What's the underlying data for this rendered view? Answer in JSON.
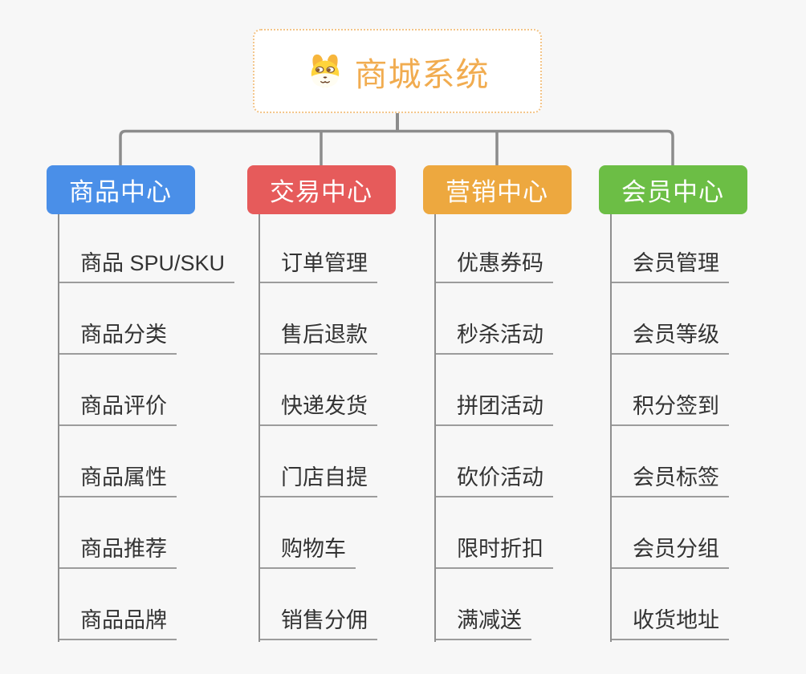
{
  "root": {
    "title": "商城系统",
    "icon": "dog-face-icon"
  },
  "branches": [
    {
      "label": "商品中心",
      "color": "#4a8fe8",
      "items": [
        "商品 SPU/SKU",
        "商品分类",
        "商品评价",
        "商品属性",
        "商品推荐",
        "商品品牌"
      ]
    },
    {
      "label": "交易中心",
      "color": "#e65b5b",
      "items": [
        "订单管理",
        "售后退款",
        "快递发货",
        "门店自提",
        "购物车",
        "销售分佣"
      ]
    },
    {
      "label": "营销中心",
      "color": "#eda83f",
      "items": [
        "优惠券码",
        "秒杀活动",
        "拼团活动",
        "砍价活动",
        "限时折扣",
        "满减送"
      ]
    },
    {
      "label": "会员中心",
      "color": "#6cbe45",
      "items": [
        "会员管理",
        "会员等级",
        "积分签到",
        "会员标签",
        "会员分组",
        "收货地址"
      ]
    }
  ],
  "colors": {
    "background": "#f7f7f7",
    "connector": "#8c8c8c",
    "underline": "#9c9c9c",
    "leaf_text": "#333333",
    "root_text": "#f1ac50",
    "root_border": "#f3c488"
  }
}
